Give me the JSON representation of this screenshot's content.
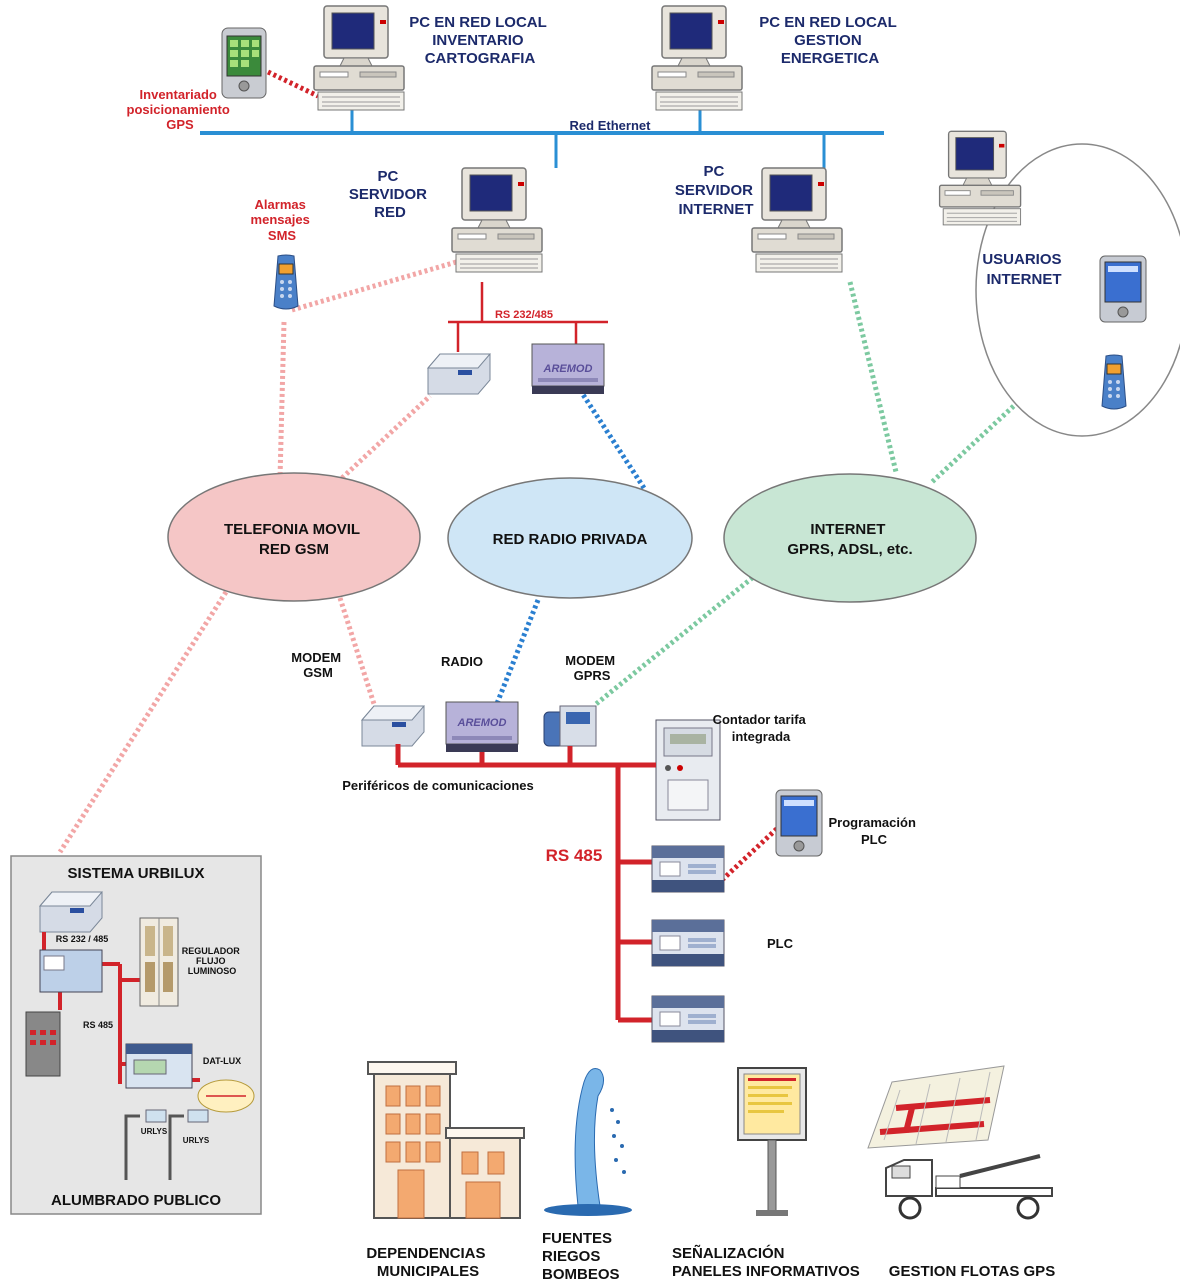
{
  "pc_local_inventario": [
    "PC EN RED LOCAL",
    "INVENTARIO",
    "CARTOGRAFIA"
  ],
  "pc_local_gestion": [
    "PC EN RED LOCAL",
    "GESTION",
    "ENERGETICA"
  ],
  "gps_inventory": [
    "Inventariado",
    "posicionamiento",
    "GPS"
  ],
  "red_ethernet": "Red Ethernet",
  "pc_servidor_red": [
    "PC",
    "SERVIDOR",
    "RED"
  ],
  "pc_servidor_internet": [
    "PC",
    "SERVIDOR",
    "INTERNET"
  ],
  "alarmas_sms": [
    "Alarmas",
    "mensajes",
    "SMS"
  ],
  "usuarios_internet": [
    "USUARIOS",
    "INTERNET"
  ],
  "rs232_485": "RS 232/485",
  "modem_brand": "AREMOD",
  "clouds": {
    "gsm": [
      "TELEFONIA MOVIL",
      "RED GSM"
    ],
    "radio": [
      "RED RADIO PRIVADA"
    ],
    "internet": [
      "INTERNET",
      "GPRS, ADSL, etc."
    ]
  },
  "modem_gsm": [
    "MODEM",
    "GSM"
  ],
  "radio": "RADIO",
  "modem_gprs": [
    "MODEM",
    "GPRS"
  ],
  "contador": [
    "Contador tarifa",
    "integrada"
  ],
  "perifericos": "Periféricos de comunicaciones",
  "programacion_plc": [
    "Programación",
    "PLC"
  ],
  "rs485": "RS 485",
  "plc": "PLC",
  "urbilux": {
    "title": "SISTEMA URBILUX",
    "rs232_485": "RS 232 / 485",
    "regulador": [
      "REGULADOR",
      "FLUJO",
      "LUMINOSO"
    ],
    "rs485": "RS 485",
    "datlux": "DAT-LUX",
    "urlys_1": "URLYS",
    "urlys_2": "URLYS",
    "footer": "ALUMBRADO PUBLICO"
  },
  "bottom": {
    "dependencias": [
      "DEPENDENCIAS",
      "MUNICIPALES"
    ],
    "fuentes": [
      "FUENTES",
      "RIEGOS",
      "BOMBEOS"
    ],
    "senalizacion": [
      "SEÑALIZACIÓN",
      "PANELES INFORMATIVOS"
    ],
    "flotas": "GESTION FLOTAS GPS"
  },
  "colors": {
    "ethernet": "#2a8fd4",
    "bus": "#d2232a",
    "link_gsm": "#f2a6a6",
    "link_radio": "#2a7fd0",
    "link_internet": "#7cc9a0",
    "cloud_gsm": "#f5c6c6",
    "cloud_radio": "#cfe6f6",
    "cloud_internet": "#c8e6d4",
    "label_navy": "#1c2a6b",
    "label_red": "#d2232a"
  }
}
